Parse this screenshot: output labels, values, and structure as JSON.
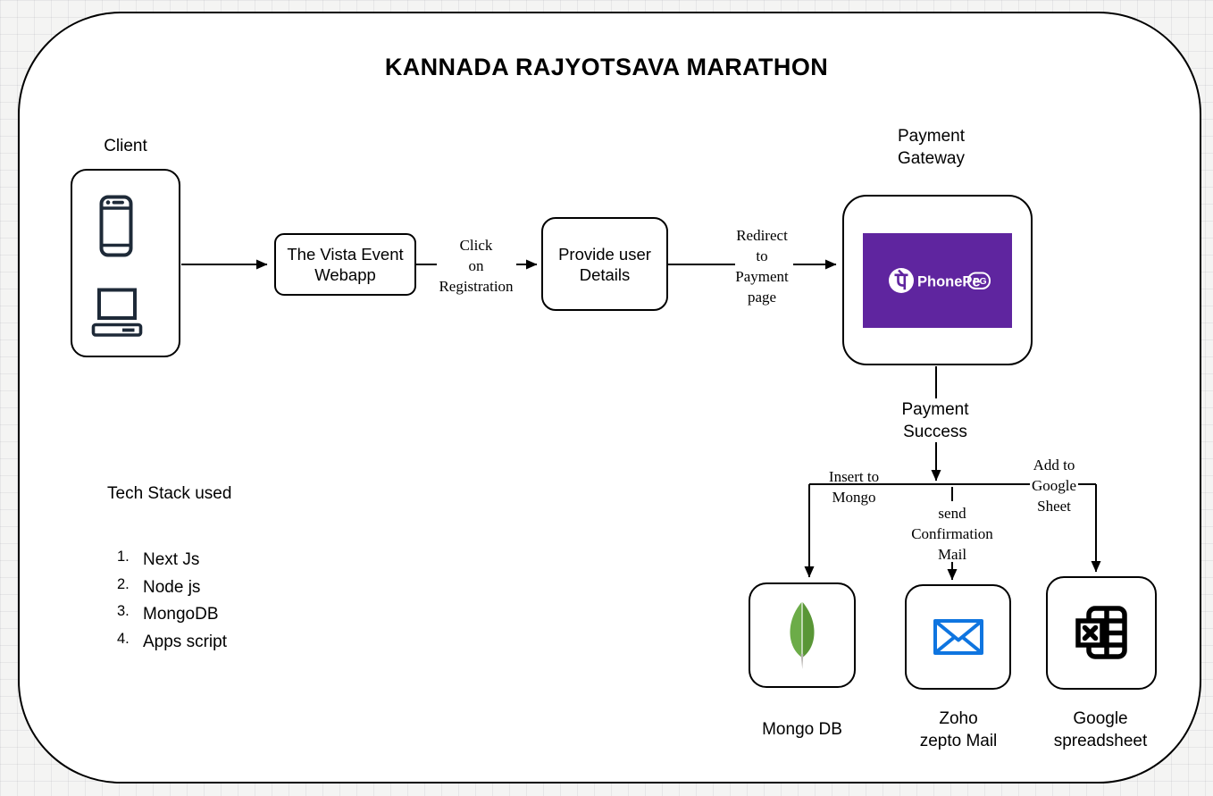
{
  "title": "KANNADA RAJYOTSAVA MARATHON",
  "nodes": {
    "client": {
      "label": "Client",
      "icons": [
        "smartphone-icon",
        "laptop-icon"
      ]
    },
    "webapp": {
      "line1": "The Vista Event",
      "line2": "Webapp"
    },
    "user_details": {
      "line1": "Provide user",
      "line2": "Details"
    },
    "payment_gateway": {
      "label_line1": "Payment",
      "label_line2": "Gateway",
      "logo": {
        "brand": "PhonePe",
        "badge": "PG",
        "icon": "phonepe-logo-icon"
      }
    },
    "mongo": {
      "label": "Mongo DB",
      "icon": "mongodb-leaf-icon"
    },
    "zoho": {
      "line1": "Zoho",
      "line2": "zepto Mail",
      "icon": "envelope-icon"
    },
    "gsheet": {
      "line1": "Google",
      "line2": "spreadsheet",
      "icon": "spreadsheet-icon"
    }
  },
  "edges": {
    "payment_success": {
      "line1": "Payment",
      "line2": "Success"
    },
    "click_registration": {
      "line1": "Click",
      "line2": "on",
      "line3": "Registration"
    },
    "redirect_payment": {
      "line1": "Redirect",
      "line2": "to",
      "line3": "Payment",
      "line4": "page"
    },
    "insert_mongo": {
      "line1": "Insert to",
      "line2": "Mongo"
    },
    "send_mail": {
      "line1": "send",
      "line2": "Confirmation",
      "line3": "Mail"
    },
    "add_sheet": {
      "line1": "Add to",
      "line2": "Google",
      "line3": "Sheet"
    }
  },
  "tech_stack": {
    "heading": "Tech Stack used",
    "items": [
      {
        "num": "1.",
        "label": "Next Js"
      },
      {
        "num": "2.",
        "label": "Node js"
      },
      {
        "num": "3.",
        "label": "MongoDB"
      },
      {
        "num": "4.",
        "label": "Apps script"
      }
    ]
  },
  "colors": {
    "phonepe_purple": "#5f259f",
    "mongo_green_light": "#6cac48",
    "mongo_green_dark": "#599636",
    "mongo_stem_grey": "#b8b5b2",
    "mail_blue": "#0f75e0",
    "client_icon_navy": "#1e2a38"
  }
}
